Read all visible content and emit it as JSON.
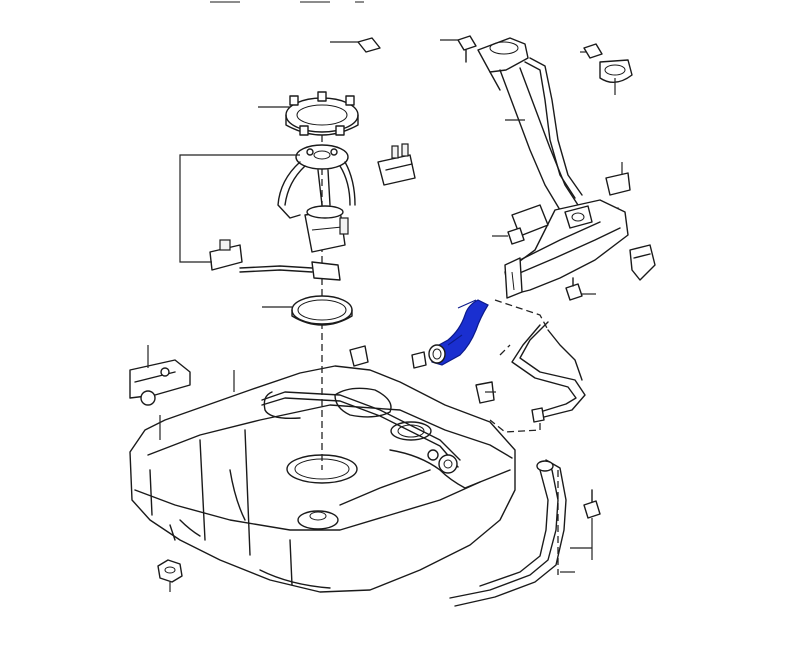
{
  "highlight_color": "#1a2fd0",
  "line_color": "#1a1a1a",
  "background_color": "#ffffff",
  "parts": [
    "fuel-tank",
    "filler-neck-pipe",
    "fuel-pump-locking-ring",
    "fuel-pump-sender-unit",
    "tank-seal-ring",
    "vent-hose-highlighted",
    "heat-shield-bracket",
    "fuel-lines",
    "hose-clips",
    "fixing-bolts",
    "nut",
    "filler-cap"
  ]
}
